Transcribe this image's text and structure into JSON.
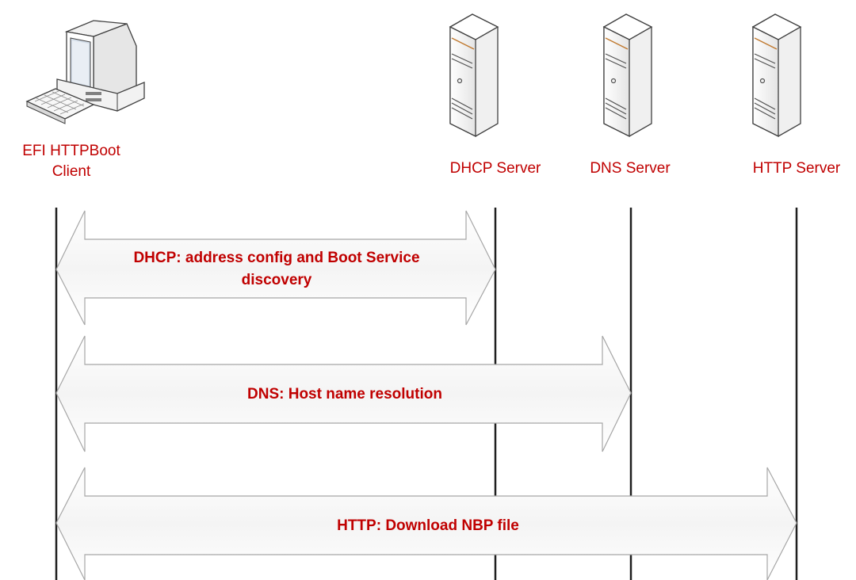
{
  "actors": {
    "client": {
      "line1": "EFI HTTPBoot",
      "line2": "Client",
      "icon": "computer-icon"
    },
    "dhcp": {
      "label": "DHCP Server",
      "icon": "server-icon"
    },
    "dns": {
      "label": "DNS Server",
      "icon": "server-icon"
    },
    "http": {
      "label": "HTTP Server",
      "icon": "server-icon"
    }
  },
  "messages": {
    "dhcp": {
      "line1": "DHCP: address config and Boot Service",
      "line2": "discovery"
    },
    "dns": {
      "text": "DNS: Host name resolution"
    },
    "http": {
      "text": "HTTP: Download NBP file"
    }
  },
  "colors": {
    "label": "#c00000",
    "arrow_stroke": "#a6a6a6",
    "lifeline": "#1f1f1f",
    "arrow_fill": "#f7f7f7"
  }
}
